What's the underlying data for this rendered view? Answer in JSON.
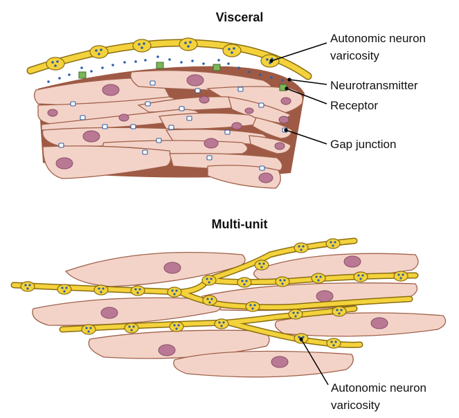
{
  "visceral": {
    "title": "Visceral",
    "labels": {
      "varicosity_line1": "Autonomic neuron",
      "varicosity_line2": "varicosity",
      "neurotransmitter": "Neurotransmitter",
      "receptor": "Receptor",
      "gap_junction": "Gap junction"
    }
  },
  "multiunit": {
    "title": "Multi-unit",
    "labels": {
      "varicosity_line1": "Autonomic neuron",
      "varicosity_line2": "varicosity"
    }
  },
  "colors": {
    "cell_fill": "#f3d3c8",
    "cell_stroke": "#a0604a",
    "nucleus": "#b97893",
    "axon": "#f3d23c",
    "neurotransmitter": "#2b5fa8",
    "receptor": "#7cb55a",
    "extracellular_matrix": "#9e5a45"
  }
}
